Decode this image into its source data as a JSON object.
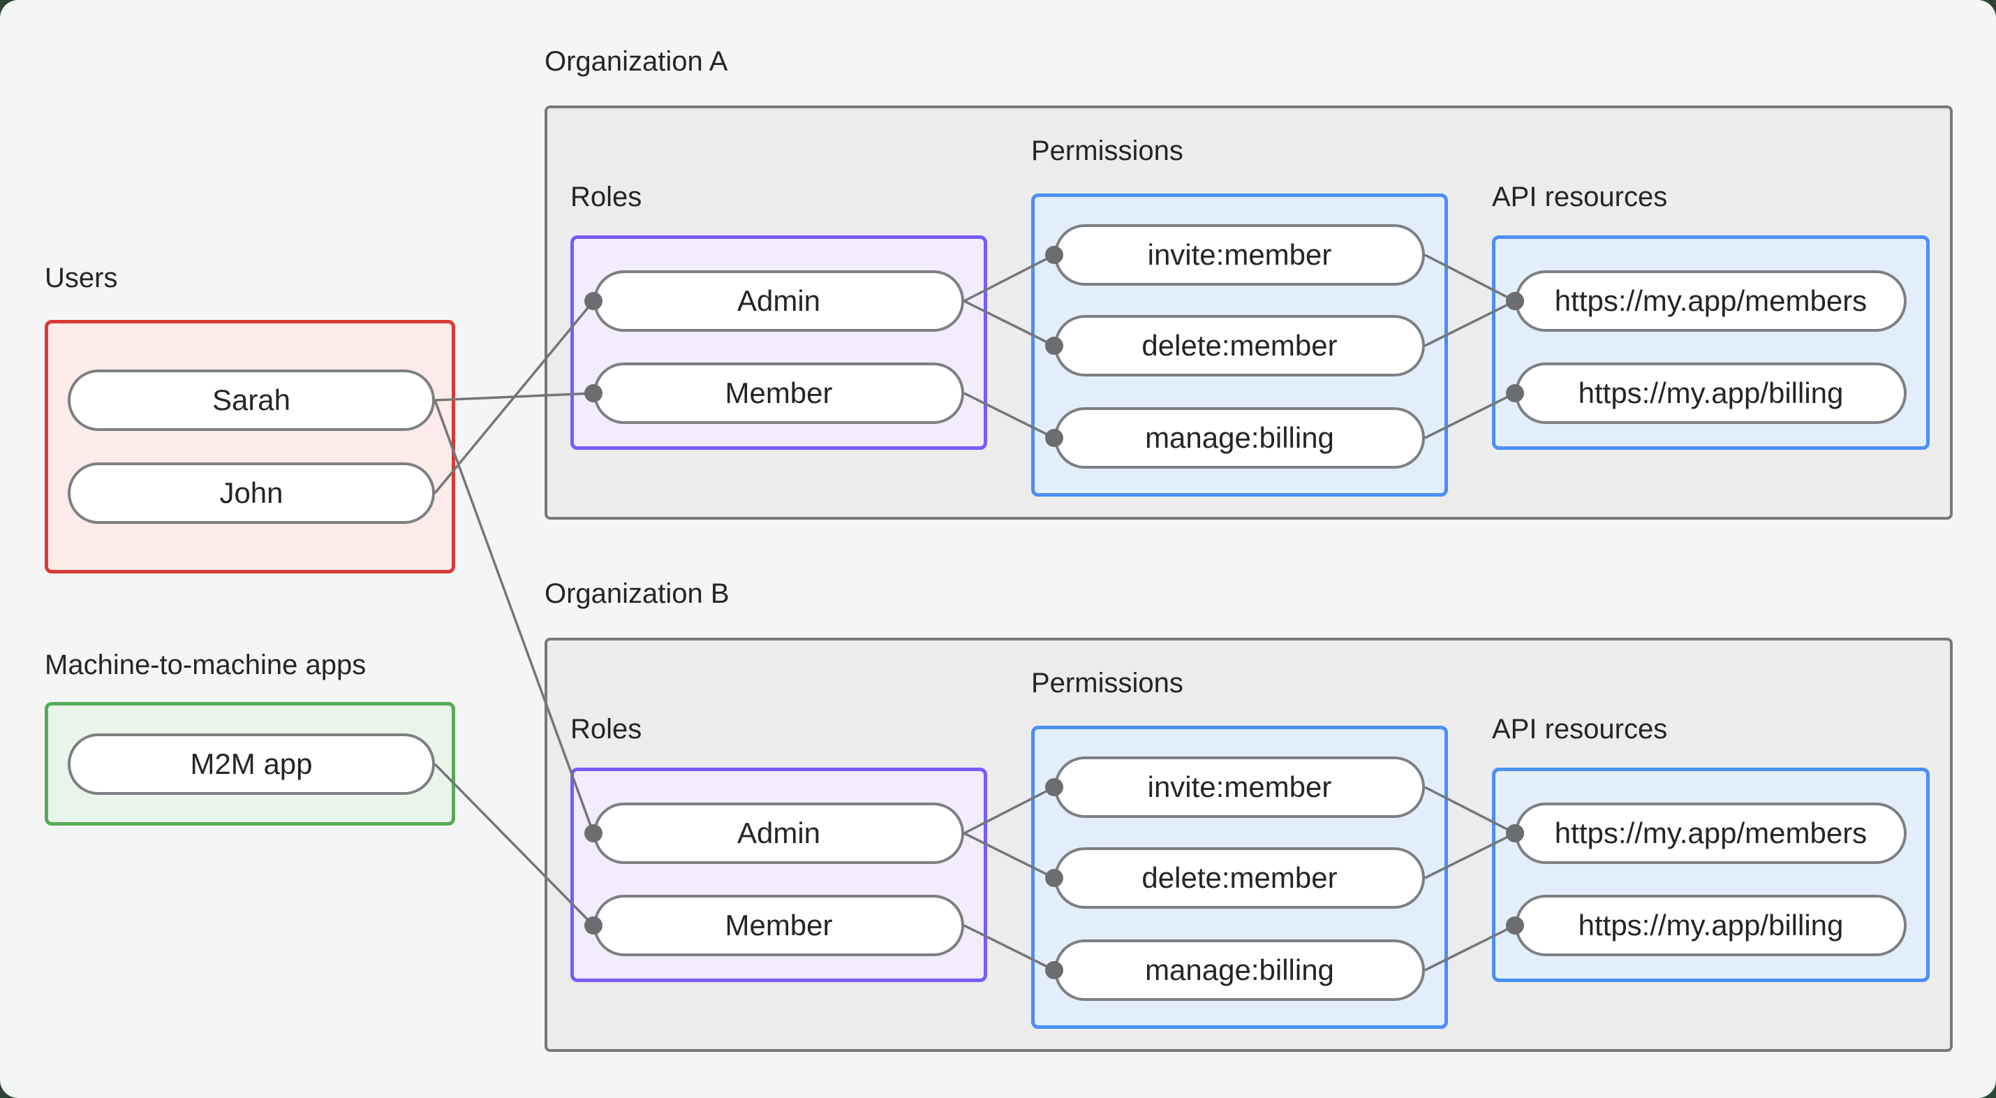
{
  "page": {
    "sheet_background": "#f4f6f6",
    "outer_background": "#2c4636",
    "line_color": "#74767a",
    "port_color": "#6b6d70",
    "text_color": "#232528"
  },
  "users_group": {
    "label": "Users",
    "fill": "#fcebe9",
    "border": "#d93a31",
    "items": [
      {
        "id": "user-sarah",
        "label": "Sarah"
      },
      {
        "id": "user-john",
        "label": "John"
      }
    ]
  },
  "m2m_group": {
    "label": "Machine-to-machine apps",
    "fill": "#e9f5ea",
    "border": "#57ab57",
    "items": [
      {
        "id": "m2m-app",
        "label": "M2M app"
      }
    ]
  },
  "organizations": [
    {
      "id": "org-a",
      "label": "Organization A",
      "sections": {
        "roles": {
          "label": "Roles",
          "fill": "#f2ecfd",
          "border": "#7a5bf8",
          "items": [
            {
              "id": "org-a-role-admin",
              "label": "Admin"
            },
            {
              "id": "org-a-role-member",
              "label": "Member"
            }
          ]
        },
        "permissions": {
          "label": "Permissions",
          "fill": "#e2eefb",
          "border": "#4b8ff2",
          "items": [
            {
              "id": "org-a-perm-invite",
              "label": "invite:member"
            },
            {
              "id": "org-a-perm-delete",
              "label": "delete:member"
            },
            {
              "id": "org-a-perm-manage",
              "label": "manage:billing"
            }
          ]
        },
        "api_resources": {
          "label": "API resources",
          "fill": "#e2eefb",
          "border": "#4b8ff2",
          "items": [
            {
              "id": "org-a-api-members",
              "label": "https://my.app/members"
            },
            {
              "id": "org-a-api-billing",
              "label": "https://my.app/billing"
            }
          ]
        }
      }
    },
    {
      "id": "org-b",
      "label": "Organization B",
      "sections": {
        "roles": {
          "label": "Roles",
          "fill": "#f2ecfd",
          "border": "#7a5bf8",
          "items": [
            {
              "id": "org-b-role-admin",
              "label": "Admin"
            },
            {
              "id": "org-b-role-member",
              "label": "Member"
            }
          ]
        },
        "permissions": {
          "label": "Permissions",
          "fill": "#e2eefb",
          "border": "#4b8ff2",
          "items": [
            {
              "id": "org-b-perm-invite",
              "label": "invite:member"
            },
            {
              "id": "org-b-perm-delete",
              "label": "delete:member"
            },
            {
              "id": "org-b-perm-manage",
              "label": "manage:billing"
            }
          ]
        },
        "api_resources": {
          "label": "API resources",
          "fill": "#e2eefb",
          "border": "#4b8ff2",
          "items": [
            {
              "id": "org-b-api-members",
              "label": "https://my.app/members"
            },
            {
              "id": "org-b-api-billing",
              "label": "https://my.app/billing"
            }
          ]
        }
      }
    }
  ],
  "edges": [
    {
      "from": "user-sarah",
      "to": "org-a-role-member"
    },
    {
      "from": "user-john",
      "to": "org-a-role-admin"
    },
    {
      "from": "user-sarah",
      "to": "org-b-role-admin"
    },
    {
      "from": "m2m-app",
      "to": "org-b-role-member"
    },
    {
      "from": "org-a-role-admin",
      "to": "org-a-perm-invite"
    },
    {
      "from": "org-a-role-admin",
      "to": "org-a-perm-delete"
    },
    {
      "from": "org-a-role-member",
      "to": "org-a-perm-manage"
    },
    {
      "from": "org-a-perm-invite",
      "to": "org-a-api-members"
    },
    {
      "from": "org-a-perm-delete",
      "to": "org-a-api-members"
    },
    {
      "from": "org-a-perm-manage",
      "to": "org-a-api-billing"
    },
    {
      "from": "org-b-role-admin",
      "to": "org-b-perm-invite"
    },
    {
      "from": "org-b-role-admin",
      "to": "org-b-perm-delete"
    },
    {
      "from": "org-b-role-member",
      "to": "org-b-perm-manage"
    },
    {
      "from": "org-b-perm-invite",
      "to": "org-b-api-members"
    },
    {
      "from": "org-b-perm-delete",
      "to": "org-b-api-members"
    },
    {
      "from": "org-b-perm-manage",
      "to": "org-b-api-billing"
    }
  ]
}
